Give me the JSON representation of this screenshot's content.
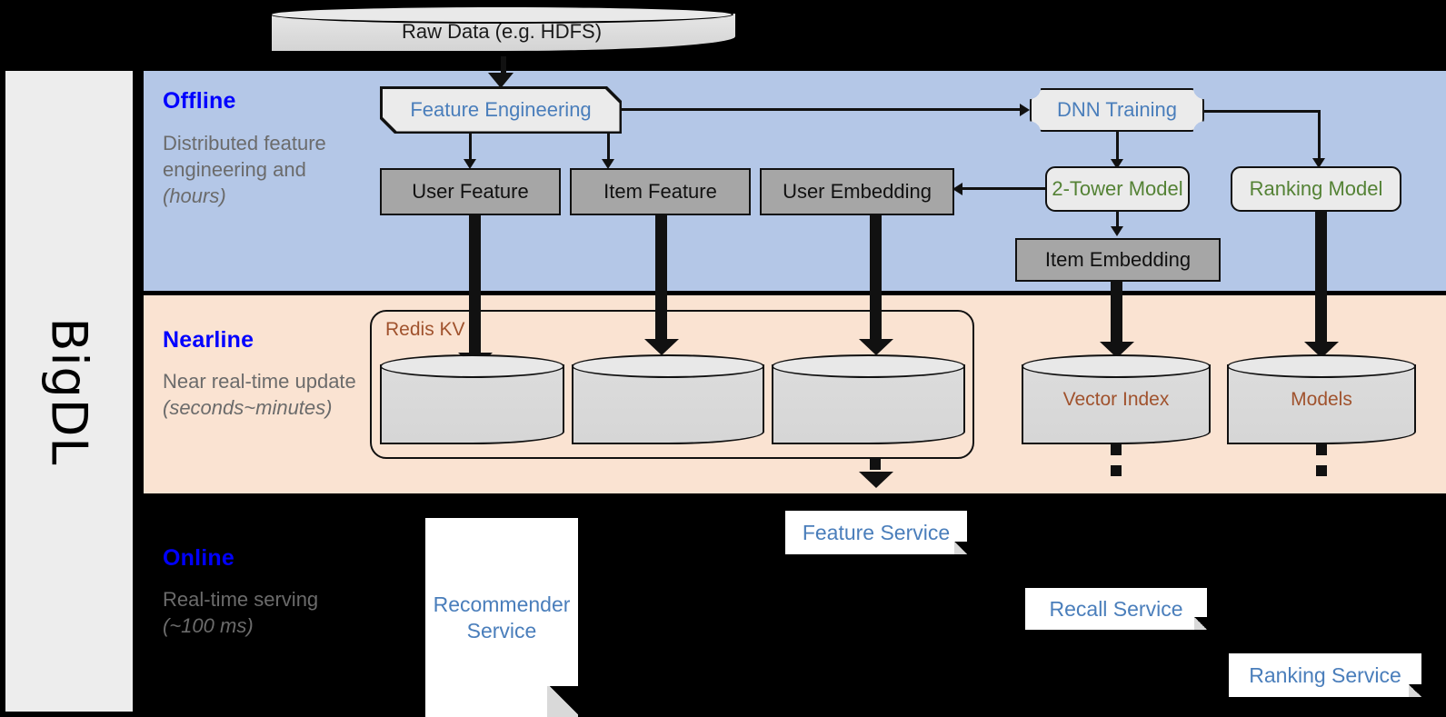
{
  "sidebar": {
    "label": "BigDL"
  },
  "sections": {
    "offline": {
      "title": "Offline",
      "subtitle": "Distributed feature engineering and ",
      "subtitle_em": "(hours)"
    },
    "nearline": {
      "title": "Nearline",
      "subtitle": "Near real-time update ",
      "subtitle_em": "(seconds~minutes)"
    },
    "online": {
      "title": "Online",
      "subtitle": "Real-time serving ",
      "subtitle_em": "(~100 ms)"
    }
  },
  "source": {
    "raw_data": "Raw Data (e.g. HDFS)"
  },
  "offline_nodes": {
    "feature_engineering": "Feature Engineering",
    "dnn_training": "DNN Training",
    "user_feature": "User Feature",
    "item_feature": "Item Feature",
    "user_embedding": "User Embedding",
    "two_tower_model": "2-Tower Model",
    "ranking_model": "Ranking Model",
    "item_embedding": "Item Embedding"
  },
  "nearline_nodes": {
    "redis_kv": "Redis KV",
    "store_user_feature": "",
    "store_item_feature": "",
    "store_user_embedding": "",
    "vector_index": "Vector Index",
    "models": "Models"
  },
  "online_nodes": {
    "recommender_service": "Recommender Service",
    "feature_service": "Feature Service",
    "recall_service": "Recall Service",
    "ranking_service": "Ranking Service"
  },
  "colors": {
    "offline_panel": "#b4c7e7",
    "nearline_panel": "#fae3d2",
    "online_panel": "#000000",
    "sidebar": "#ededed",
    "section_title": "#0000ff",
    "section_subtitle": "#6b6b6b",
    "accent_blue_text": "#4a7ebb",
    "accent_green_text": "#548235",
    "accent_brown_text": "#a0522d",
    "gray_box": "#a6a6a6",
    "light_box": "#ebebeb"
  }
}
